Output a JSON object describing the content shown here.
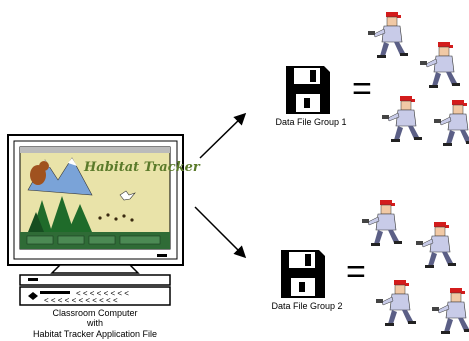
{
  "computer": {
    "caption_line1": "Classroom Computer",
    "caption_line2": "with",
    "caption_line3": "Habitat Tracker Application File",
    "screen_app_logo": "Habitat Tracker"
  },
  "group1": {
    "label": "Data File Group 1",
    "equals": "="
  },
  "group2": {
    "label": "Data File Group 2",
    "equals": "="
  },
  "icons": {
    "computer": "desktop-computer-icon",
    "disk": "floppy-disk-icon",
    "student": "student-figure-icon"
  },
  "colors": {
    "screen_bg": "#e9e3a9",
    "tree_green": "#1f6b2a",
    "sky_blue": "#7aa3d8",
    "student_shirt": "#c8cbe8",
    "student_cap": "#d31c1c"
  }
}
